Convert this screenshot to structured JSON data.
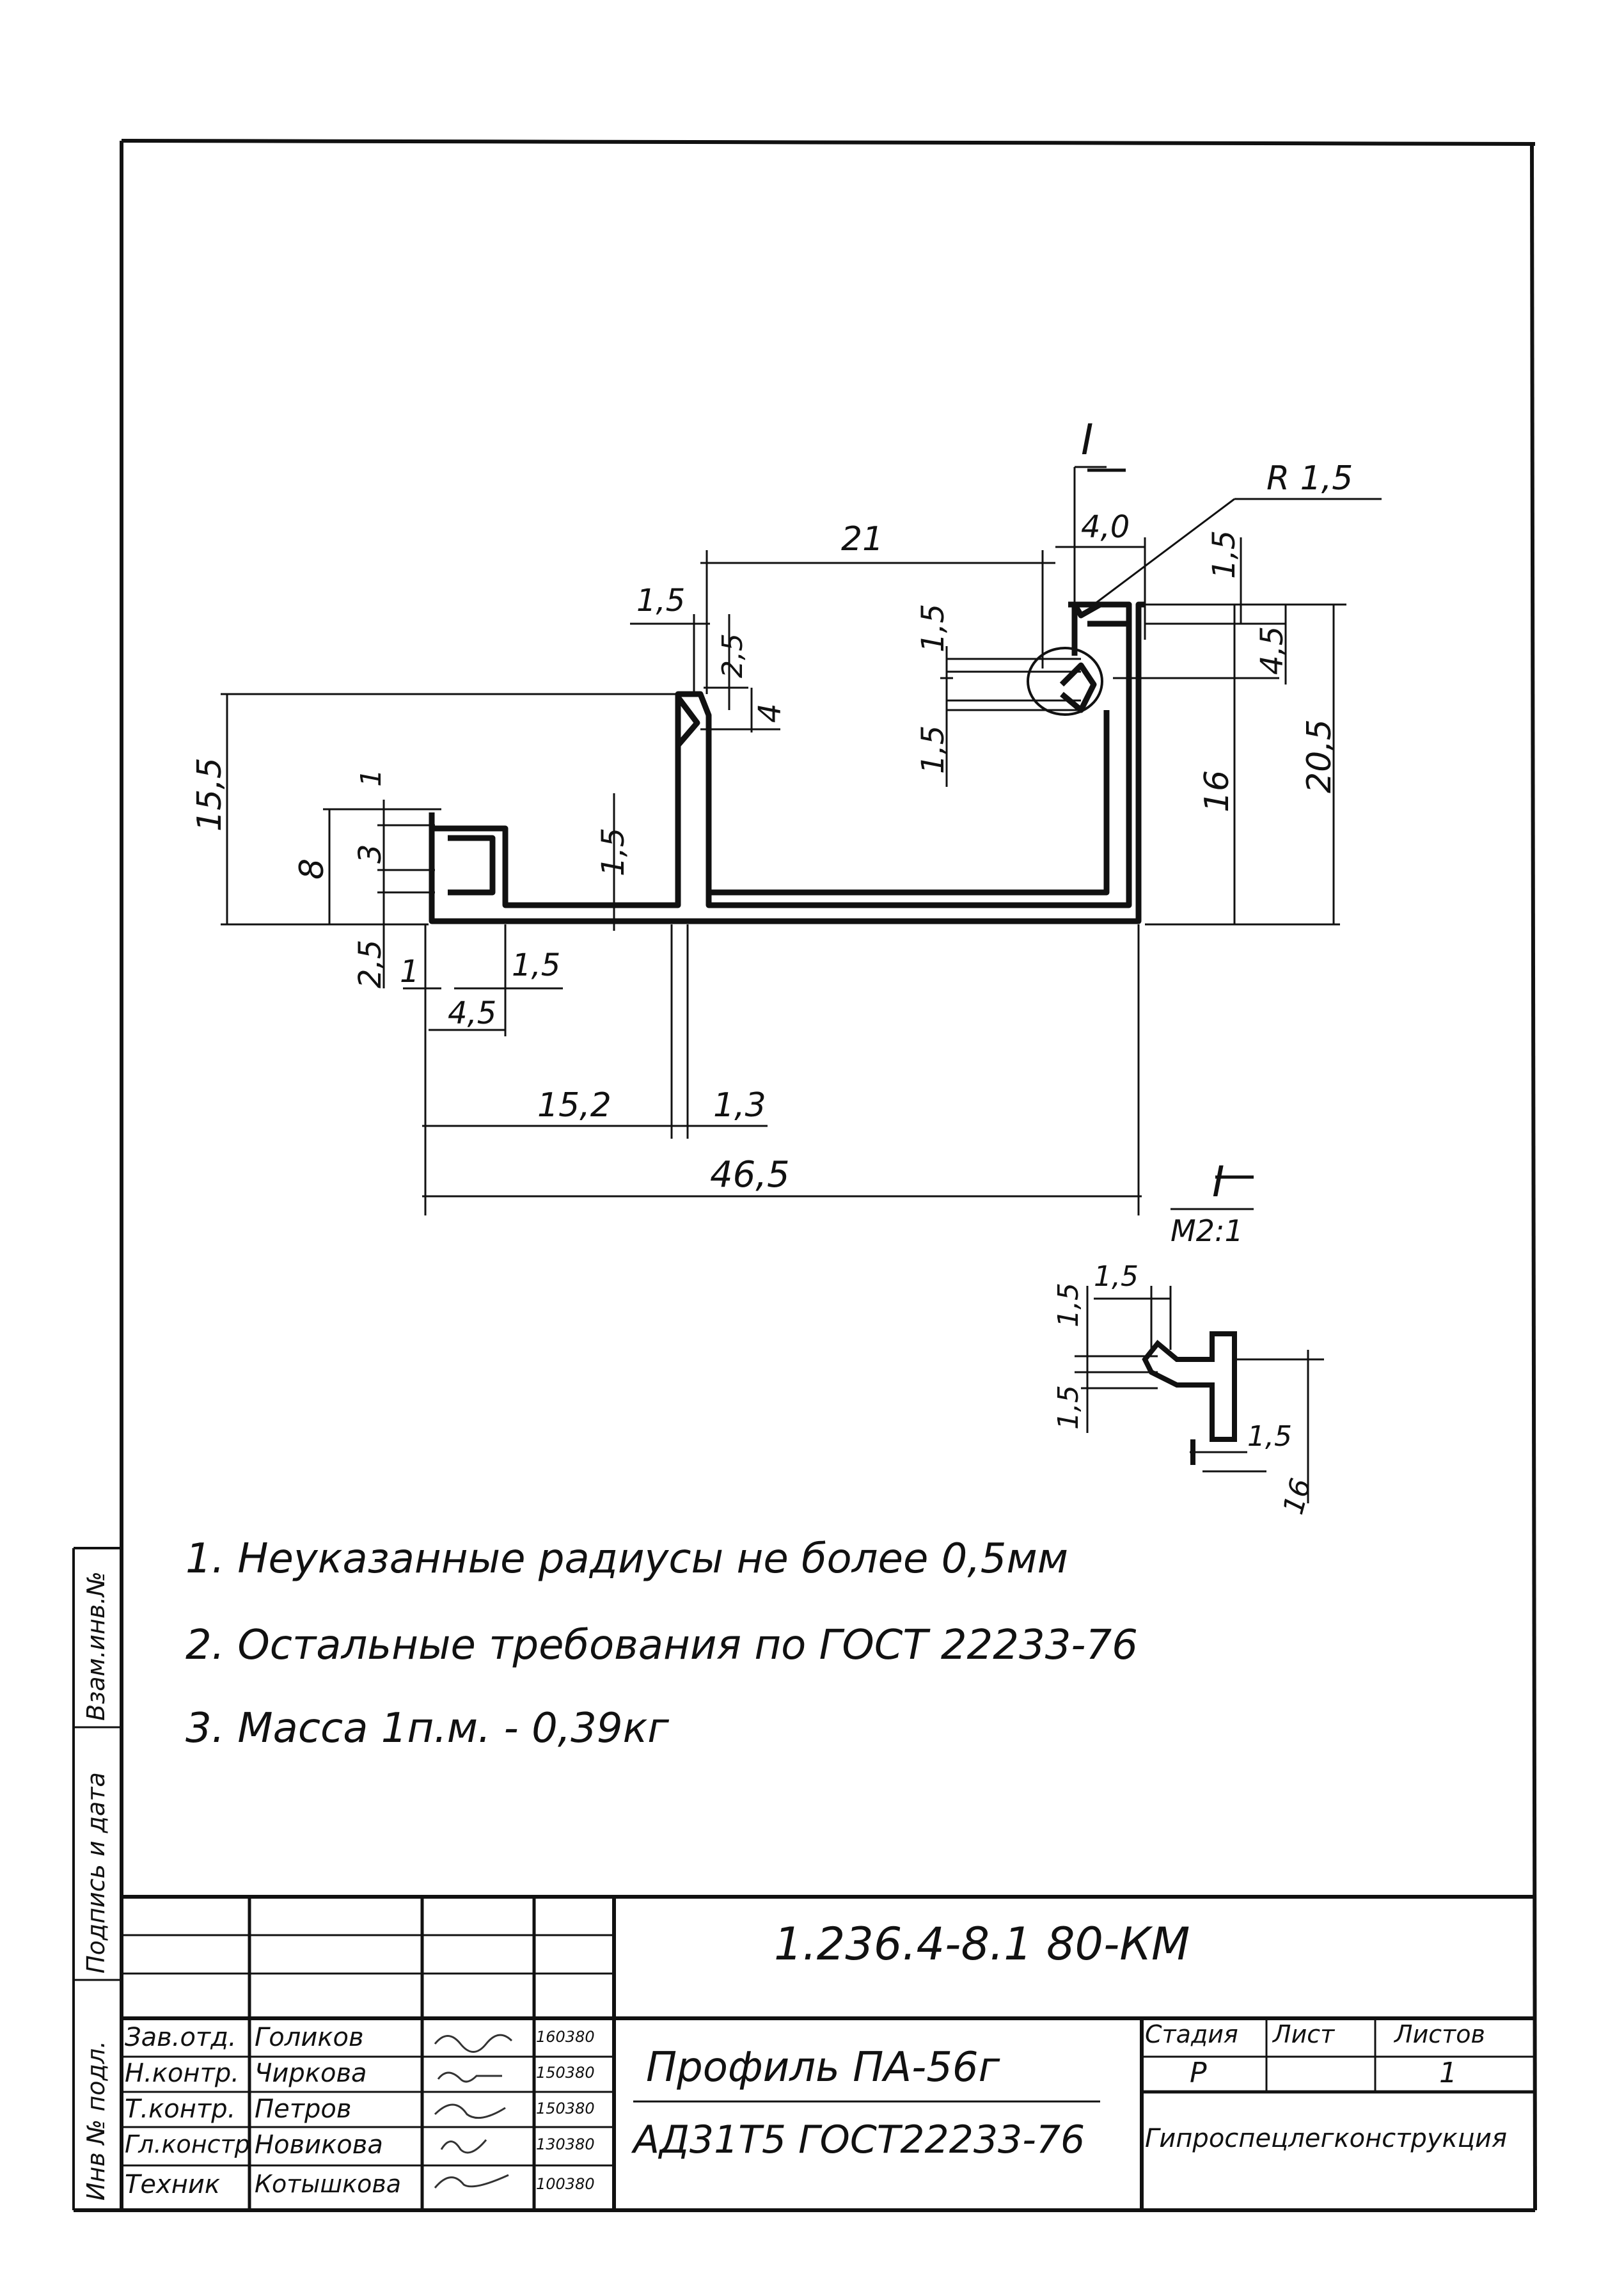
{
  "drawing": {
    "section_mark": "I",
    "section_mark_detail": "I",
    "detail_scale": "M2:1",
    "radius_label": "R 1,5",
    "dims": {
      "d21": "21",
      "d4_0": "4,0",
      "d1_5_top_right": "1,5",
      "d1_5_left_of_v": "1,5",
      "d2_5_v": "2,5",
      "d4_v": "4",
      "d1_5_hook_upper": "1,5",
      "d1_5_hook_lower": "1,5",
      "d4_5_right": "4,5",
      "d16_right": "16",
      "d20_5": "20,5",
      "d15_5": "15,5",
      "d8": "8",
      "d1_left": "1",
      "d3_left": "3",
      "d2_5_left": "2,5",
      "d1_bottom": "1",
      "d1_5_bottom": "1,5",
      "d4_5_bottom": "4,5",
      "d1_5_web": "1,5",
      "d15_2": "15,2",
      "d1_3": "1,3",
      "d46_5": "46,5",
      "det_1_5_a": "1,5",
      "det_1_5_b": "1,5",
      "det_1_5_c": "1,5",
      "det_1_5_d": "1,5",
      "det_16": "16"
    }
  },
  "notes": [
    "1. Неуказанные   радиусы   не более 0,5мм",
    "2. Остальные    требования   по ГОСТ 22233-76",
    "3. Масса    1п.м. - 0,39кг"
  ],
  "side_labels": {
    "inv_podl": "Инв № подл.",
    "podpis_data": "Подпись и дата",
    "vzam_inv": "Взам.инв.№"
  },
  "title_block": {
    "doc_code": "1.236.4-8.1 80-КМ",
    "item_name": "Профиль ПА-56г",
    "material": "АД31Т5 ГОСТ22233-76",
    "stage_header": "Стадия",
    "sheet_header": "Лист",
    "sheets_header": "Листов",
    "stage_value": "Р",
    "sheet_value": "",
    "sheets_value": "1",
    "organization": "Гипроспецлегконструкция",
    "signers": [
      {
        "role": "Зав.отд.",
        "name": "Голиков",
        "date": "160380"
      },
      {
        "role": "Н.контр.",
        "name": "Чиркова",
        "date": "150380"
      },
      {
        "role": "Т.контр.",
        "name": "Петров",
        "date": "150380"
      },
      {
        "role": "Гл.констр",
        "name": "Новикова",
        "date": "130380"
      },
      {
        "role": "Техник",
        "name": "Котышкова",
        "date": "100380"
      }
    ]
  }
}
